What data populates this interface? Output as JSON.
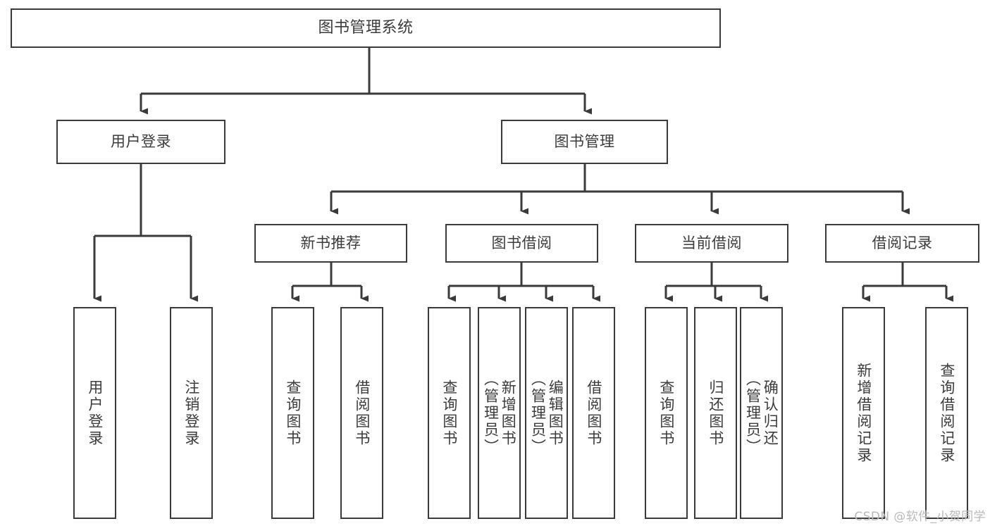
{
  "diagram": {
    "title": "图书管理系统",
    "type": "tree",
    "watermark": "CSDN @软件_小贺同学",
    "colors": {
      "box_border": "#3a3a3a",
      "box_fill": "#ffffff",
      "connector": "#3a3a3a",
      "text": "#3b3b3b",
      "background": "#ffffff",
      "watermark": "#b9b9b9"
    },
    "nodes": {
      "root": {
        "label": "图书管理系统",
        "level": 0
      },
      "user_login": {
        "label": "用户登录",
        "level": 1
      },
      "book_manage": {
        "label": "图书管理",
        "level": 1
      },
      "new_book_rec": {
        "label": "新书推荐",
        "level": 2
      },
      "book_borrow": {
        "label": "图书借阅",
        "level": 2
      },
      "current_borrow": {
        "label": "当前借阅",
        "level": 2
      },
      "borrow_record": {
        "label": "借阅记录",
        "level": 2
      },
      "leaf_user_login": {
        "label": "用户登录",
        "level": 3
      },
      "leaf_logout": {
        "label": "注销登录",
        "level": 3
      },
      "leaf_query_book_rec": {
        "label": "查询图书",
        "level": 3
      },
      "leaf_borrow_book_rec": {
        "label": "借阅图书",
        "level": 3
      },
      "leaf_query_book_b": {
        "label": "查询图书",
        "level": 3
      },
      "leaf_add_book": {
        "label": "新增图书\n（管理员）",
        "level": 3
      },
      "leaf_edit_book": {
        "label": "编辑图书\n（管理员）",
        "level": 3
      },
      "leaf_borrow_book_b": {
        "label": "借阅图书",
        "level": 3
      },
      "leaf_query_book_c": {
        "label": "查询图书",
        "level": 3
      },
      "leaf_return_book": {
        "label": "归还图书",
        "level": 3
      },
      "leaf_confirm_return": {
        "label": "确认归还\n（管理员）",
        "level": 3
      },
      "leaf_add_record": {
        "label": "新增借阅记录",
        "level": 3
      },
      "leaf_query_record": {
        "label": "查询借阅记录",
        "level": 3
      }
    }
  },
  "chart_data": {
    "type": "tree",
    "title": "图书管理系统",
    "root": {
      "name": "图书管理系统",
      "children": [
        {
          "name": "用户登录",
          "children": [
            {
              "name": "用户登录"
            },
            {
              "name": "注销登录"
            }
          ]
        },
        {
          "name": "图书管理",
          "children": [
            {
              "name": "新书推荐",
              "children": [
                {
                  "name": "查询图书"
                },
                {
                  "name": "借阅图书"
                }
              ]
            },
            {
              "name": "图书借阅",
              "children": [
                {
                  "name": "查询图书"
                },
                {
                  "name": "新增图书（管理员）"
                },
                {
                  "name": "编辑图书（管理员）"
                },
                {
                  "name": "借阅图书"
                }
              ]
            },
            {
              "name": "当前借阅",
              "children": [
                {
                  "name": "查询图书"
                },
                {
                  "name": "归还图书"
                },
                {
                  "name": "确认归还（管理员）"
                }
              ]
            },
            {
              "name": "借阅记录",
              "children": [
                {
                  "name": "新增借阅记录"
                },
                {
                  "name": "查询借阅记录"
                }
              ]
            }
          ]
        }
      ]
    },
    "depth": 4,
    "node_count": 19,
    "leaf_count": 13
  }
}
